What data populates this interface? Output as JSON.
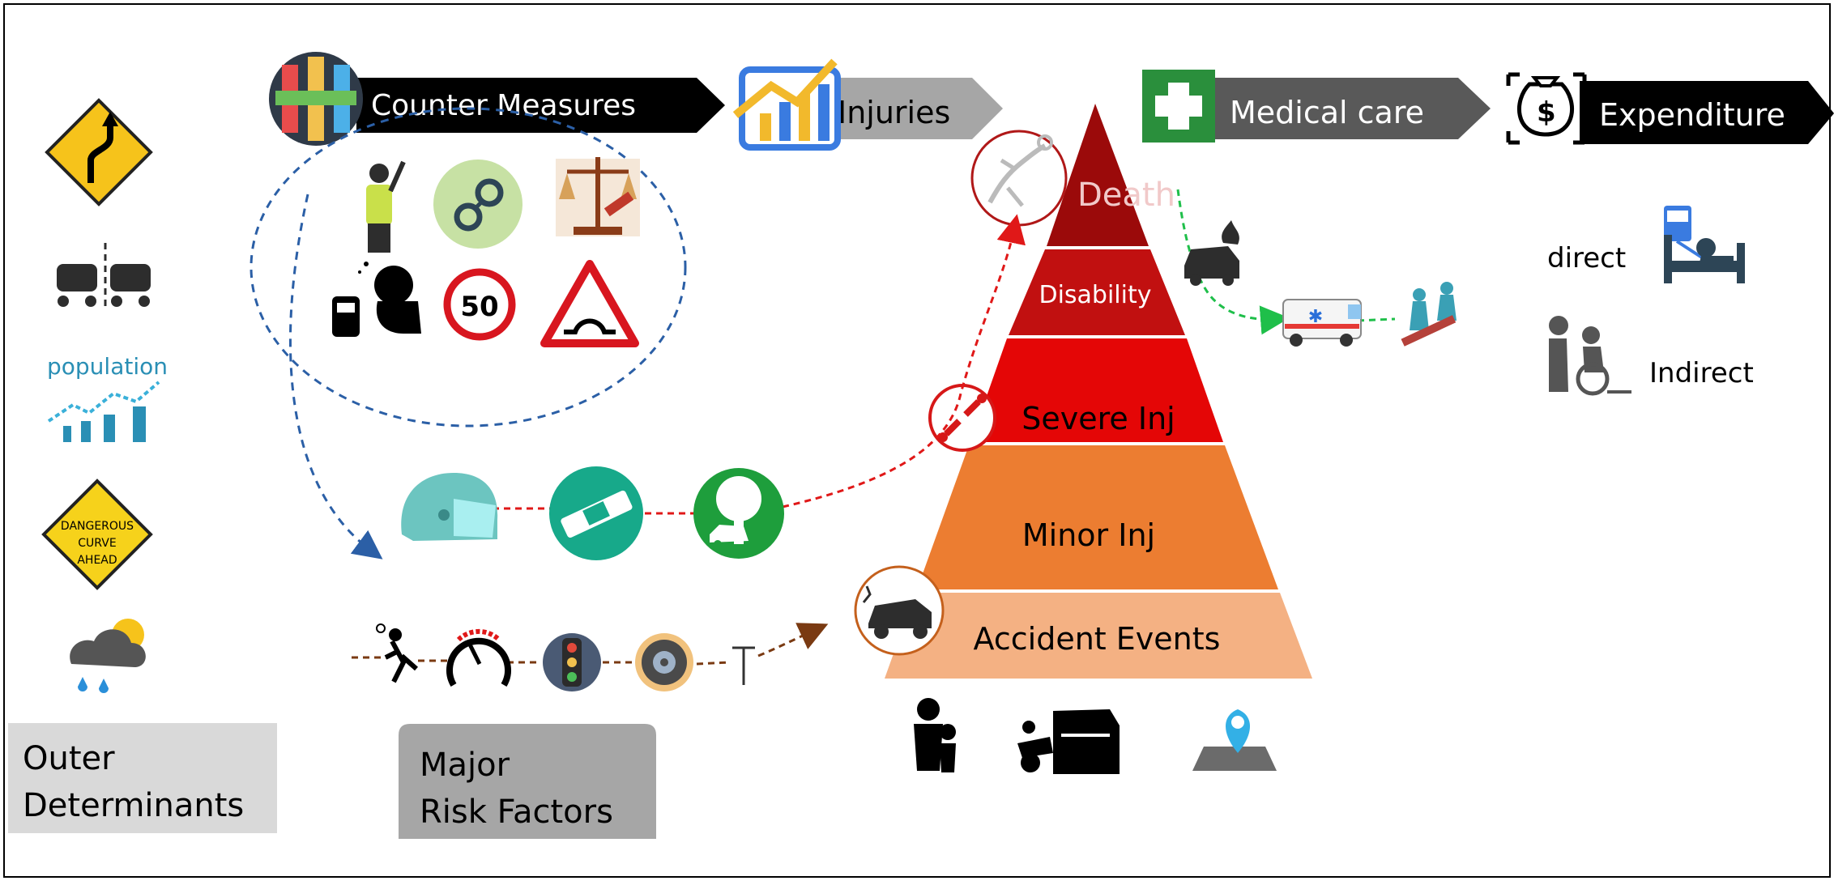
{
  "header": {
    "counter_measures": "Counter Measures",
    "injuries": "Injuries",
    "medical_care": "Medical care",
    "expenditure": "Expenditure"
  },
  "pyramid": {
    "levels": [
      "Death",
      "Disability",
      "Severe Inj",
      "Minor Inj",
      "Accident Events"
    ]
  },
  "expenditure": {
    "direct": "direct",
    "indirect": "Indirect"
  },
  "outer_determinants": {
    "label_line1": "Outer",
    "label_line2": "Determinants",
    "population": "population",
    "sign_text": [
      "DANGEROUS",
      "CURVE",
      "AHEAD"
    ]
  },
  "risk_factors": {
    "label_line1": "Major",
    "label_line2": "Risk Factors"
  },
  "speed_limit": "50",
  "colors": {
    "death": "#9b0a0a",
    "disability": "#c11010",
    "severe": "#e40606",
    "minor": "#ec7d31",
    "accident": "#f4b183",
    "teal": "#17a98a",
    "green_circle": "#1e9e3c",
    "medical_green": "#2a8f3c"
  }
}
